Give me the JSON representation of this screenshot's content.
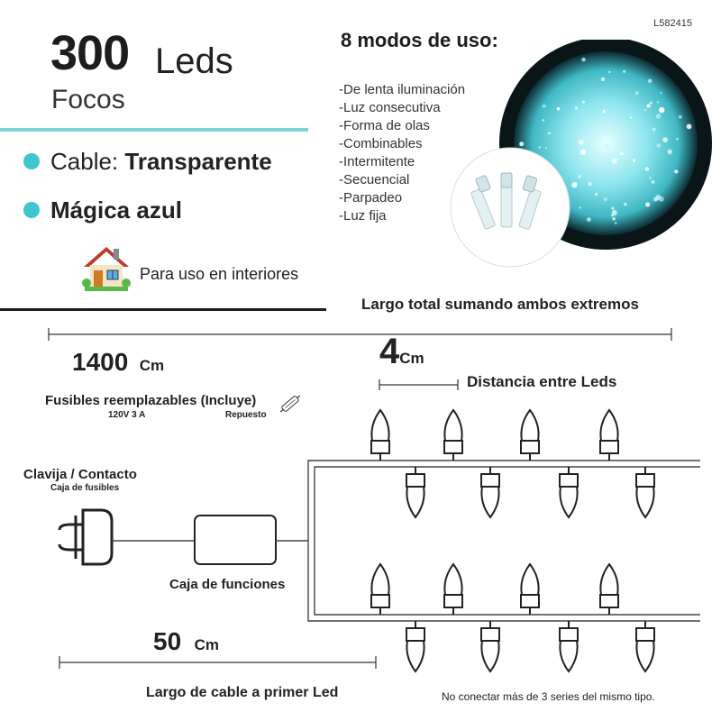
{
  "header": {
    "product_code": "L582415",
    "count": "300",
    "count_unit": "Leds",
    "subtitle": "Focos"
  },
  "features": {
    "cable_label": "Cable:",
    "cable_value": "Transparente",
    "color_value": "Mágica azul"
  },
  "indoor": {
    "label": "Para uso en interiores"
  },
  "modes": {
    "title": "8 modos de uso:",
    "items": [
      "-De lenta iluminación",
      "-Luz consecutiva",
      "-Forma de olas",
      "-Combinables",
      "-Intermitente",
      "-Secuencial",
      "-Parpadeo",
      "-Luz fija"
    ]
  },
  "diagram": {
    "total_length_label": "Largo total sumando ambos extremos",
    "total_length_value": "1400",
    "total_length_unit": "Cm",
    "spacing_value": "4",
    "spacing_unit": "Cm",
    "spacing_label": "Distancia entre Leds",
    "fuses_label": "Fusibles reemplazables (Incluye)",
    "fuses_rating": "120V 3 A",
    "fuses_spare": "Repuesto",
    "plug_label": "Clavija / Contacto",
    "plug_sublabel": "Caja de fusibles",
    "control_box_label": "Caja de funciones",
    "lead_length_value": "50",
    "lead_length_unit": "Cm",
    "lead_length_label": "Largo de cable a primer Led",
    "warning": "No conectar más de 3 series del mismo tipo."
  },
  "colors": {
    "accent": "#3ec5cf",
    "accent_line": "#7fd3d8",
    "led_glow": "#8fe6ee",
    "text": "#222222"
  }
}
